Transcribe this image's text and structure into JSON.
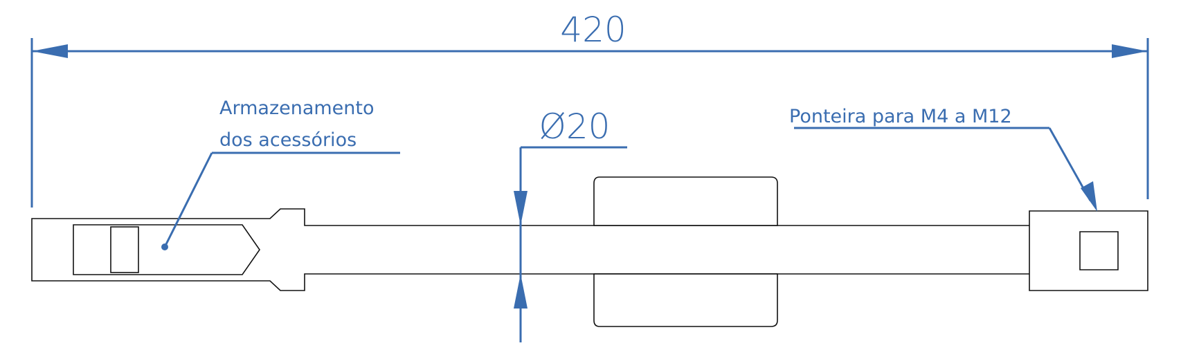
{
  "dimensions": {
    "overall_length": "420",
    "diameter": "Ø20"
  },
  "callouts": {
    "storage_line1": "Armazenamento",
    "storage_line2": "dos acessórios",
    "tip": "Ponteira para M4 a M12"
  },
  "colors": {
    "dimension": "#3a6db0",
    "outline": "#111111"
  }
}
